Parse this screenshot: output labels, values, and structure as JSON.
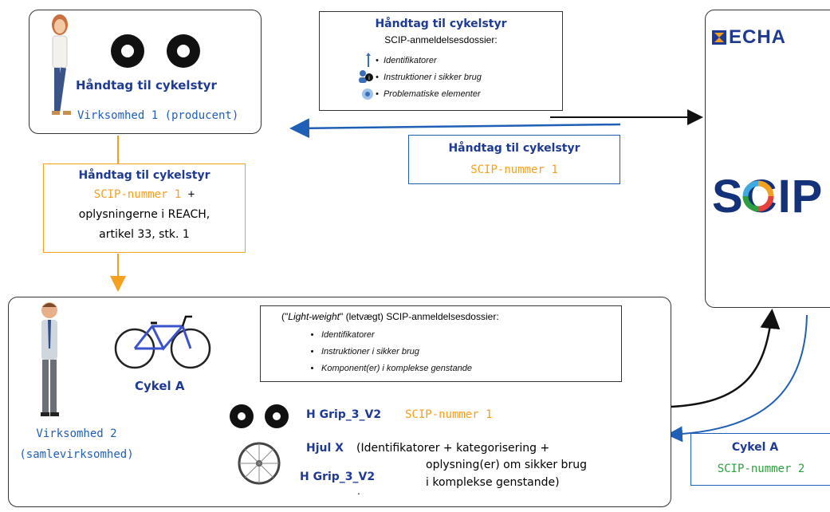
{
  "top_left_box": {
    "product_title": "Håndtag til cykelstyr",
    "company_label": "Virksomhed 1 (producent)"
  },
  "top_middle_box": {
    "title": "Håndtag til cykelstyr",
    "subtitle": "SCIP-anmeldelsesdossier:",
    "items": [
      {
        "icon": "identifier-icon",
        "label": "Identifikatorer"
      },
      {
        "icon": "instructions-icon",
        "label": "Instruktioner  i sikker brug"
      },
      {
        "icon": "hazard-icon",
        "label": "Problematiske  elementer"
      }
    ]
  },
  "return_box": {
    "title": "Håndtag til cykelstyr",
    "scip_number": "SCIP-nummer 1"
  },
  "echa_panel": {
    "logo_text": "ECHA",
    "scip_logo": "SCIP"
  },
  "left_info_box": {
    "title": "Håndtag til cykelstyr",
    "scip_number": "SCIP-nummer 1",
    "plus": "+",
    "line2": "oplysningerne i REACH,",
    "line3": "artikel 33, stk. 1"
  },
  "bottom_box": {
    "company_line1": "Virksomhed 2",
    "company_line2": "(samlevirksomhed)",
    "product_label": "Cykel A",
    "lightweight": {
      "title_prefix": "(\"",
      "title_italic": "Light-weight",
      "title_suffix": "\" (letvægt) SCIP-anmeldelsesdossier:",
      "items": [
        "Identifikatorer",
        "Instruktioner  i sikker brug",
        "Komponent(er)  i komplekse genstande"
      ]
    },
    "component1_name": "H Grip_3_V2",
    "component1_scip": "SCIP-nummer 1",
    "component2_name": "Hjul X",
    "component2_desc_line1": "(Identifikatorer + kategorisering +",
    "component2_desc_line2": "oplysning(er) om sikker brug",
    "component2_desc_line3": "i komplekse genstande)",
    "component2_grip": "H Grip_3_V2",
    "dot": "."
  },
  "cykel_scip_box": {
    "title": "Cykel A",
    "scip_number": "SCIP-nummer 2"
  },
  "colors": {
    "orange": "#f5a01e",
    "dark_blue": "#1f3a93",
    "arrow_blue": "#1f5fb5",
    "green": "#2e9e3e"
  }
}
